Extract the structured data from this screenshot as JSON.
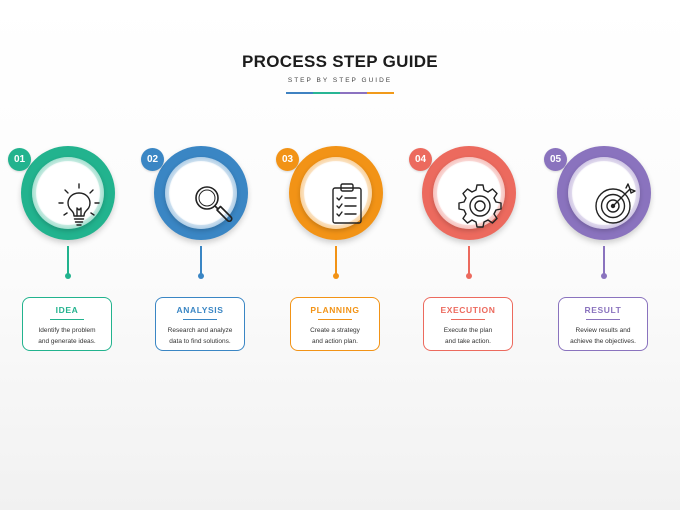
{
  "header": {
    "title": "PROCESS STEP GUIDE",
    "subtitle": "STEP BY STEP GUIDE",
    "bar_colors": [
      "#3f82c1",
      "#28b594",
      "#8b72c0",
      "#f19a1a"
    ]
  },
  "steps": [
    {
      "number": "01",
      "title": "IDEA",
      "color": "#22b38e",
      "icon": "lightbulb-icon",
      "desc": [
        "Identify the problem",
        "and generate ideas."
      ]
    },
    {
      "number": "02",
      "title": "ANALYSIS",
      "color": "#3a86c4",
      "icon": "magnifier-icon",
      "desc": [
        "Research and analyze",
        "data to find solutions."
      ]
    },
    {
      "number": "03",
      "title": "PLANNING",
      "color": "#f29316",
      "icon": "clipboard-icon",
      "desc": [
        "Create a strategy",
        "and action plan."
      ]
    },
    {
      "number": "04",
      "title": "EXECUTION",
      "color": "#ec6a5e",
      "icon": "gear-icon",
      "desc": [
        "Execute the plan",
        "and take action."
      ]
    },
    {
      "number": "05",
      "title": "RESULT",
      "color": "#8a73be",
      "icon": "target-icon",
      "desc": [
        "Review results and",
        "achieve the objectives."
      ]
    }
  ]
}
